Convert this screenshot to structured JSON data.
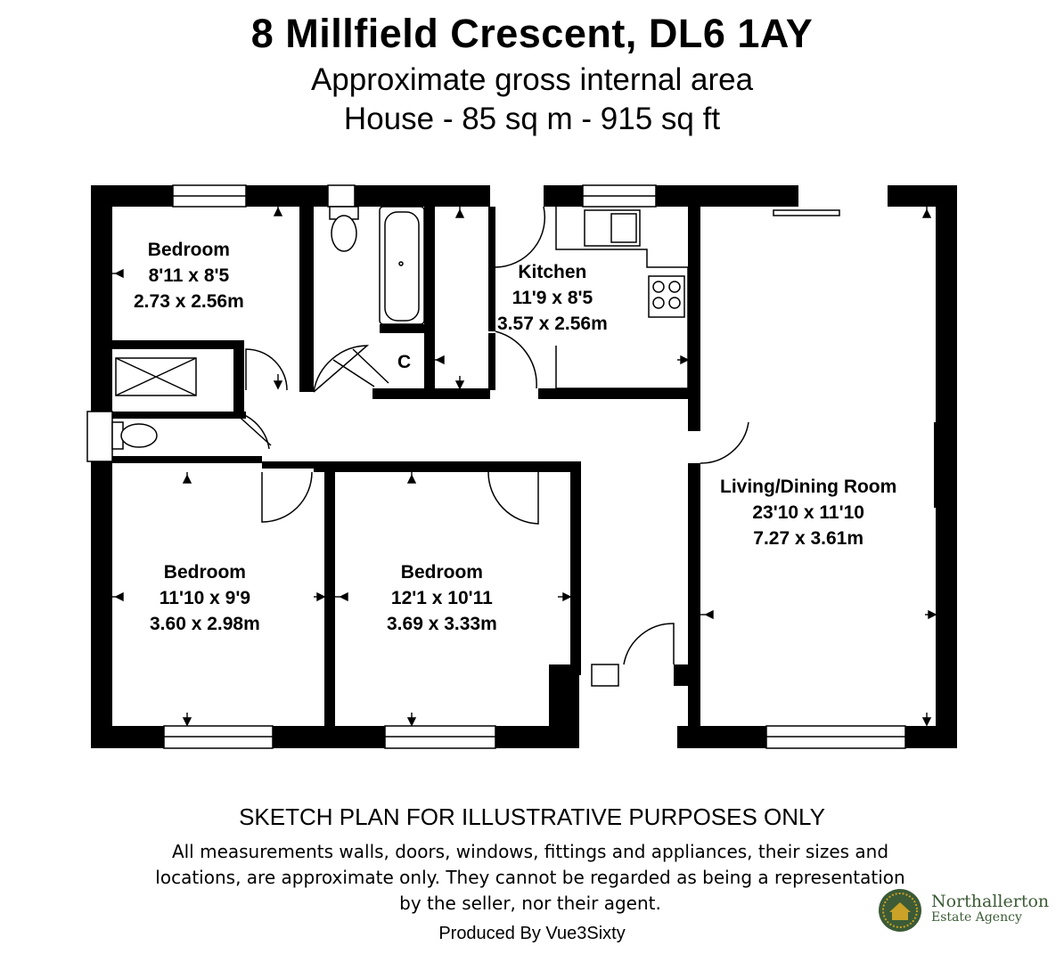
{
  "header": {
    "title": "8 Millfield Crescent, DL6 1AY",
    "subtitle": "Approximate gross internal area",
    "area": "House - 85 sq m - 915 sq ft"
  },
  "rooms": {
    "bedroom_top_left": {
      "name": "Bedroom",
      "imperial": "8'11 x 8'5",
      "metric": "2.73 x 2.56m"
    },
    "kitchen": {
      "name": "Kitchen",
      "imperial": "11'9 x 8'5",
      "metric": "3.57 x 2.56m"
    },
    "cupboard": {
      "name": "C"
    },
    "living_dining": {
      "name": "Living/Dining Room",
      "imperial": "23'10 x 11'10",
      "metric": "7.27 x 3.61m"
    },
    "bedroom_bottom_left": {
      "name": "Bedroom",
      "imperial": "11'10 x 9'9",
      "metric": "3.60 x 2.98m"
    },
    "bedroom_bottom_mid": {
      "name": "Bedroom",
      "imperial": "12'1 x 10'11",
      "metric": "3.69 x 3.33m"
    }
  },
  "disclaimer": {
    "heading": "SKETCH PLAN FOR ILLUSTRATIVE PURPOSES ONLY",
    "body": "All measurements walls, doors, windows, fittings and appliances, their sizes and locations, are approximate only. They cannot be regarded as being a representation by the seller, nor their agent."
  },
  "credit": "Produced By Vue3Sixty",
  "agency": {
    "name_line1": "Northallerton",
    "name_line2": "Estate Agency",
    "logo_icon": "house-logo-icon",
    "brand_color": "#3c5b36",
    "accent_color": "#c9a227"
  },
  "colors": {
    "wall": "#000000",
    "background": "#ffffff"
  }
}
